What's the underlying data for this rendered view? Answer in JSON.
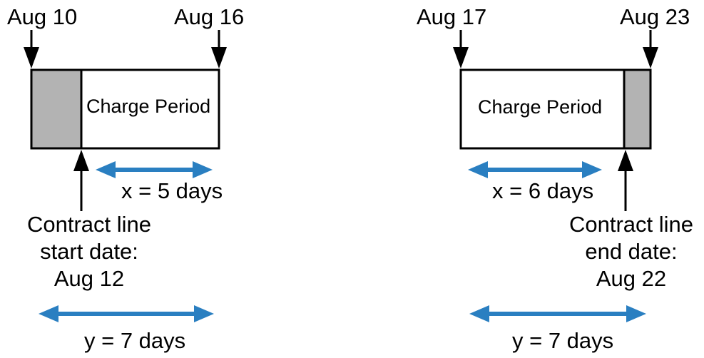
{
  "colors": {
    "shaded": "#b3b3b3",
    "arrow_blue": "#2a7fc1",
    "black": "#000000"
  },
  "left_panel": {
    "start_label": "Aug 10",
    "end_label": "Aug 16",
    "box_label": "Charge Period",
    "x_label": "x = 5 days",
    "y_label": "y = 7 days",
    "contract_line_1": "Contract line",
    "contract_line_2": "start date:",
    "contract_line_3": "Aug 12"
  },
  "right_panel": {
    "start_label": "Aug 17",
    "end_label": "Aug 23",
    "box_label": "Charge Period",
    "x_label": "x = 6 days",
    "y_label": "y = 7 days",
    "contract_line_1": "Contract line",
    "contract_line_2": "end date:",
    "contract_line_3": "Aug 22"
  }
}
